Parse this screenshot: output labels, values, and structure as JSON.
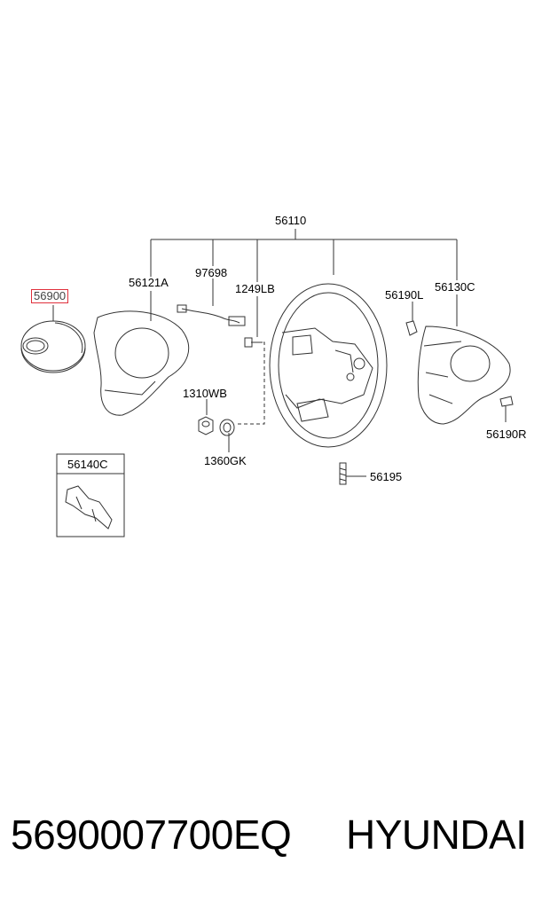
{
  "labels": {
    "assembly": "56110",
    "airbag_module": "56900",
    "horn_cover": "56121A",
    "wire_harness": "97698",
    "bolt": "1249LB",
    "switch_left": "56190L",
    "rear_cover": "56130C",
    "nut": "1310WB",
    "washer": "1360GK",
    "switch_right": "56190R",
    "bracket_box": "56140C",
    "screw": "56195"
  },
  "footer": {
    "part_number": "5690007700EQ",
    "brand": "HYUNDAI"
  },
  "colors": {
    "highlight": "#e0303c",
    "line": "#333333"
  }
}
